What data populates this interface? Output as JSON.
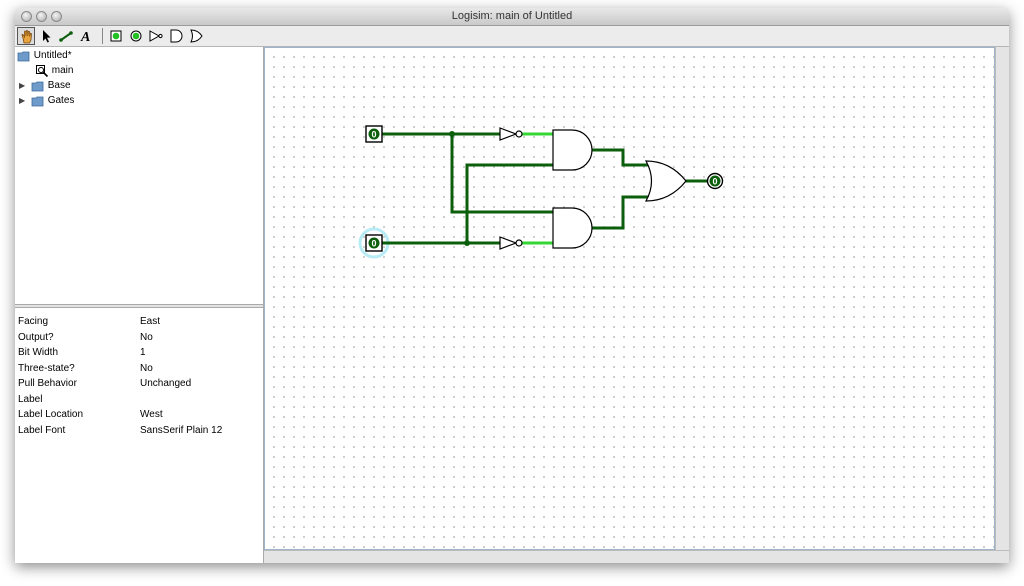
{
  "window": {
    "title": "Logisim: main of Untitled"
  },
  "toolbar": {
    "tools": [
      {
        "name": "poke-tool",
        "icon": "hand-icon"
      },
      {
        "name": "select-tool",
        "icon": "arrow-icon"
      },
      {
        "name": "wiring-tool",
        "icon": "wire-icon"
      },
      {
        "name": "text-tool",
        "icon": "text-icon",
        "glyph": "A"
      },
      {
        "name": "input-pin-tool",
        "icon": "input-pin-icon"
      },
      {
        "name": "output-pin-tool",
        "icon": "output-pin-icon"
      },
      {
        "name": "not-gate-tool",
        "icon": "not-gate-icon"
      },
      {
        "name": "and-gate-tool",
        "icon": "and-gate-icon"
      },
      {
        "name": "or-gate-tool",
        "icon": "or-gate-icon"
      }
    ]
  },
  "explorer": {
    "project": "Untitled*",
    "items": [
      {
        "label": "main",
        "icon": "circuit-magnifier-icon"
      },
      {
        "label": "Base",
        "icon": "folder-icon",
        "expander": "▶"
      },
      {
        "label": "Gates",
        "icon": "folder-icon",
        "expander": "▶"
      }
    ]
  },
  "attributes": [
    {
      "name": "Facing",
      "value": "East"
    },
    {
      "name": "Output?",
      "value": "No"
    },
    {
      "name": "Bit Width",
      "value": "1"
    },
    {
      "name": "Three-state?",
      "value": "No"
    },
    {
      "name": "Pull Behavior",
      "value": "Unchanged"
    },
    {
      "name": "Label",
      "value": ""
    },
    {
      "name": "Label Location",
      "value": "West"
    },
    {
      "name": "Label Font",
      "value": "SansSerif Plain 12"
    }
  ],
  "circuit": {
    "input_a_value": "0",
    "input_b_value": "0",
    "output_value": "0",
    "colors": {
      "wire_low": "#0b5e0b",
      "wire_high": "#33d633",
      "selection": "#b8ecf5"
    }
  }
}
